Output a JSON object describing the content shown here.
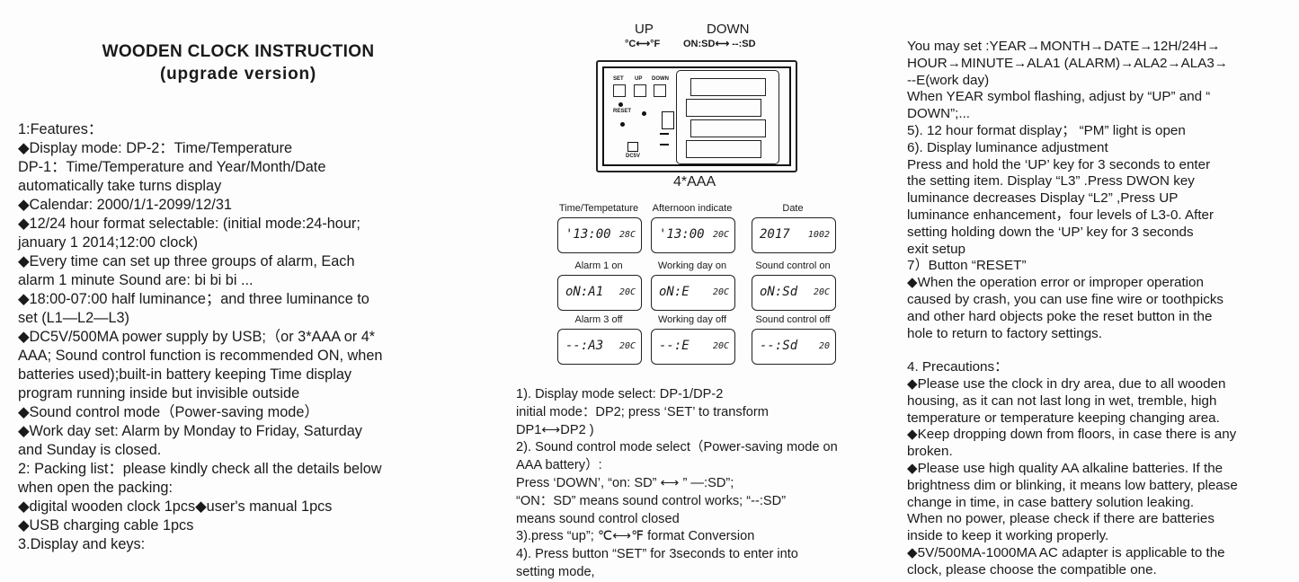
{
  "left": {
    "title": "WOODEN CLOCK INSTRUCTION",
    "subtitle": "(upgrade version)",
    "lines": [
      "1:Features：",
      "◆Display mode: DP-2：Time/Temperature",
      "DP-1：Time/Temperature and Year/Month/Date",
      "automatically take turns display",
      "◆Calendar: 2000/1/1-2099/12/31",
      "◆12/24 hour format selectable: (initial mode:24-hour;",
      "january 1 2014;12:00 clock)",
      "◆Every time can set up three groups of alarm, Each",
      "alarm 1 minute Sound are: bi bi bi ...",
      "◆18:00-07:00 half luminance；and three luminance to",
      "set (L1—L2—L3)",
      "◆DC5V/500MA power supply by USB;（or 3*AAA or 4*",
      "AAA; Sound control function is recommended ON, when",
      "batteries used);built-in battery keeping Time display",
      "program running inside but invisible outside",
      "◆Sound control mode（Power-saving mode）",
      "◆Work day set: Alarm by Monday to Friday, Saturday",
      "and Sunday is closed.",
      "2: Packing list：please kindly check all the details below",
      "when open the packing:",
      "◆digital wooden clock 1pcs◆user's manual 1pcs",
      "◆USB charging cable 1pcs",
      "3.Display and keys:"
    ]
  },
  "diagram": {
    "up_label": "UP",
    "up_sub": "°C⟷°F",
    "down_label": "DOWN",
    "down_sub": "ON:SD⟷ --:SD",
    "buttons": [
      "SET",
      "UP",
      "DOWN"
    ],
    "reset_label": "RESET",
    "dc_label": "DC5V",
    "battery_caption": "4*AAA"
  },
  "displays": [
    {
      "label": "Time/Tempetature",
      "big": "'13:00",
      "small": "28C"
    },
    {
      "label": "Afternoon indicate",
      "big": "'13:00",
      "small": "20C"
    },
    {
      "label": "Date",
      "big": "2017",
      "small": "1002"
    },
    {
      "label": "Alarm 1 on",
      "big": "oN:A1",
      "small": "20C"
    },
    {
      "label": "Working day on",
      "big": "oN:E",
      "small": "20C"
    },
    {
      "label": "Sound control on",
      "big": "oN:Sd",
      "small": "20C"
    },
    {
      "label": "Alarm 3 off",
      "big": "--:A3",
      "small": "20C"
    },
    {
      "label": "Working day off",
      "big": "--:E",
      "small": "20C"
    },
    {
      "label": "Sound control off",
      "big": "--:Sd",
      "small": "20"
    }
  ],
  "middle": {
    "lines": [
      "1). Display mode select: DP-1/DP-2",
      " initial mode：DP2;  press ‘SET’ to transform",
      "DP1⟷DP2 )",
      "2). Sound control mode select（Power-saving mode on",
      "AAA battery）:",
      "Press ‘DOWN’, “on: SD” ⟷ ” —:SD”;",
      " “ON：SD” means sound control works; “--:SD”",
      " means sound control closed",
      "3).press “up”; ℃⟷℉ format Conversion",
      "4). Press button  “SET” for 3seconds to enter into",
      "setting mode,"
    ]
  },
  "right": {
    "lines": [
      "You may set :YEAR→MONTH→DATE→12H/24H→",
      "HOUR→MINUTE→ALA1 (ALARM)→ALA2→ALA3→",
      "--E(work day)",
      "When YEAR symbol flashing, adjust by “UP” and “",
      "DOWN”;...",
      "5). 12 hour format display；  “PM” light is open",
      "6). Display luminance adjustment",
      "Press and hold the ‘UP’ key for 3 seconds to enter",
      "the setting item. Display “L3” .Press DWON key",
      "luminance decreases Display “L2” ,Press UP",
      "luminance enhancement，four levels of L3-0. After",
      "setting holding down the ‘UP’ key for 3 seconds",
      "exit setup",
      "7）Button “RESET”",
      "◆When the operation error or improper operation",
      "caused by crash, you can use fine wire or toothpicks",
      "and other hard objects poke the reset button in the",
      "hole to return to factory settings.",
      "",
      "4. Precautions：",
      "◆Please use the clock in dry area, due to all wooden",
      "housing, as it can not last long in wet, tremble, high",
      "temperature or temperature keeping changing area.",
      "◆Keep dropping down from floors, in case there is any",
      "broken.",
      "◆Please use high quality AA alkaline batteries. If the",
      "brightness dim or blinking, it means low battery, please",
      "change in time, in case battery solution leaking.",
      "When no power, please check if there are batteries",
      "inside to keep it working properly.",
      "◆5V/500MA-1000MA AC adapter is applicable to the",
      "clock, please choose the compatible one."
    ]
  }
}
